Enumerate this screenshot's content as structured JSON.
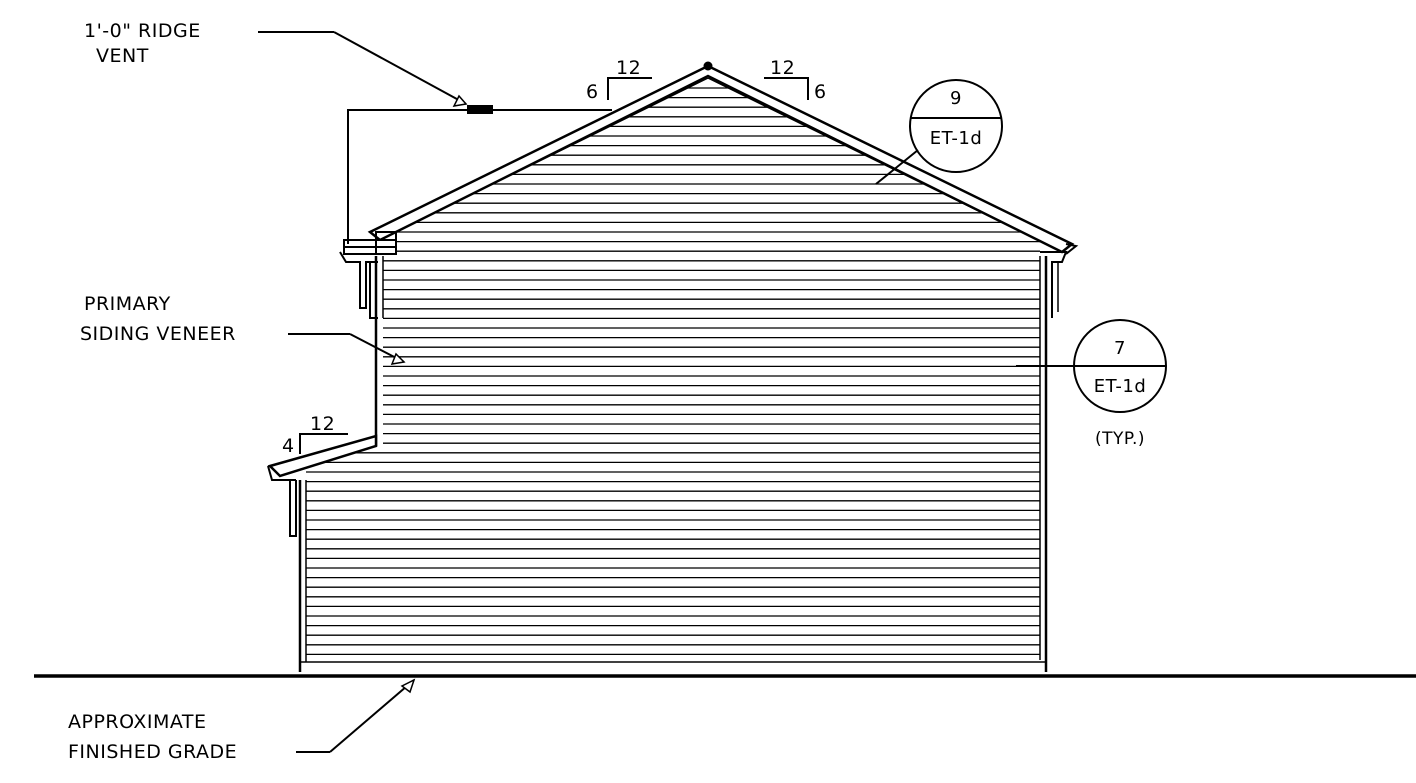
{
  "labels": {
    "ridge_vent_line1": "1'-0\" RIDGE",
    "ridge_vent_line2": "VENT",
    "siding_line1": "PRIMARY",
    "siding_line2": "SIDING VENEER",
    "grade_line1": "APPROXIMATE",
    "grade_line2": "FINISHED GRADE"
  },
  "slopes": {
    "main_left": {
      "rise": "6",
      "run": "12"
    },
    "main_right": {
      "rise": "6",
      "run": "12"
    },
    "lower_roof": {
      "rise": "4",
      "run": "12"
    }
  },
  "detail_callouts": [
    {
      "detail": "9",
      "sheet": "ET-1d",
      "note": ""
    },
    {
      "detail": "7",
      "sheet": "ET-1d",
      "note": "(TYP.)"
    }
  ],
  "colors": {
    "line": "#000000",
    "background": "#ffffff"
  }
}
